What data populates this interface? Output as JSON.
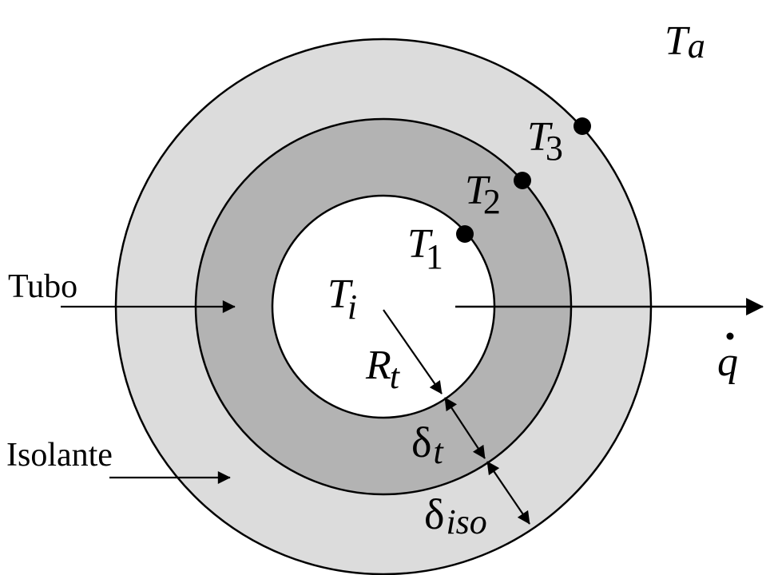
{
  "colors": {
    "background": "#ffffff",
    "insulation_fill": "#dcdcdc",
    "tube_fill": "#b3b3b3",
    "inner_fill": "#ffffff",
    "stroke": "#000000"
  },
  "labels": {
    "ambient": {
      "main": "T",
      "sub": "a"
    },
    "t3": {
      "main": "T",
      "sub": "3"
    },
    "t2": {
      "main": "T",
      "sub": "2"
    },
    "t1": {
      "main": "T",
      "sub": "1"
    },
    "inner": {
      "main": "T",
      "sub": "i"
    },
    "radius": {
      "main": "R",
      "sub": "t"
    },
    "tube_thickness": {
      "main": "δ",
      "sub": "t"
    },
    "insulation_thickness": {
      "main": "δ",
      "sub": "iso"
    },
    "heat_flux": "q",
    "tube": "Tubo",
    "insulation": "Isolante"
  }
}
